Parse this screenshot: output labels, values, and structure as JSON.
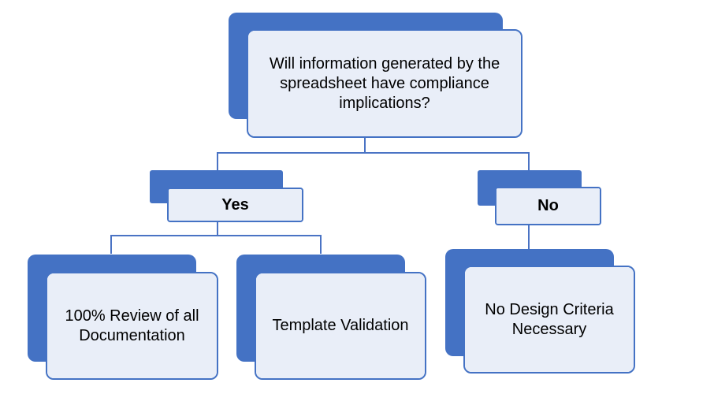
{
  "diagram": {
    "question": "Will information generated by the\nspreadsheet have compliance\nimplications?",
    "yes": "Yes",
    "no": "No",
    "review": "100% Review of all\nDocumentation",
    "template": "Template Validation",
    "no_design": "No Design Criteria\nNecessary"
  },
  "colors": {
    "primary_blue": "#4472c4",
    "light_fill": "#e9eef8",
    "line": "#4a73c4"
  }
}
